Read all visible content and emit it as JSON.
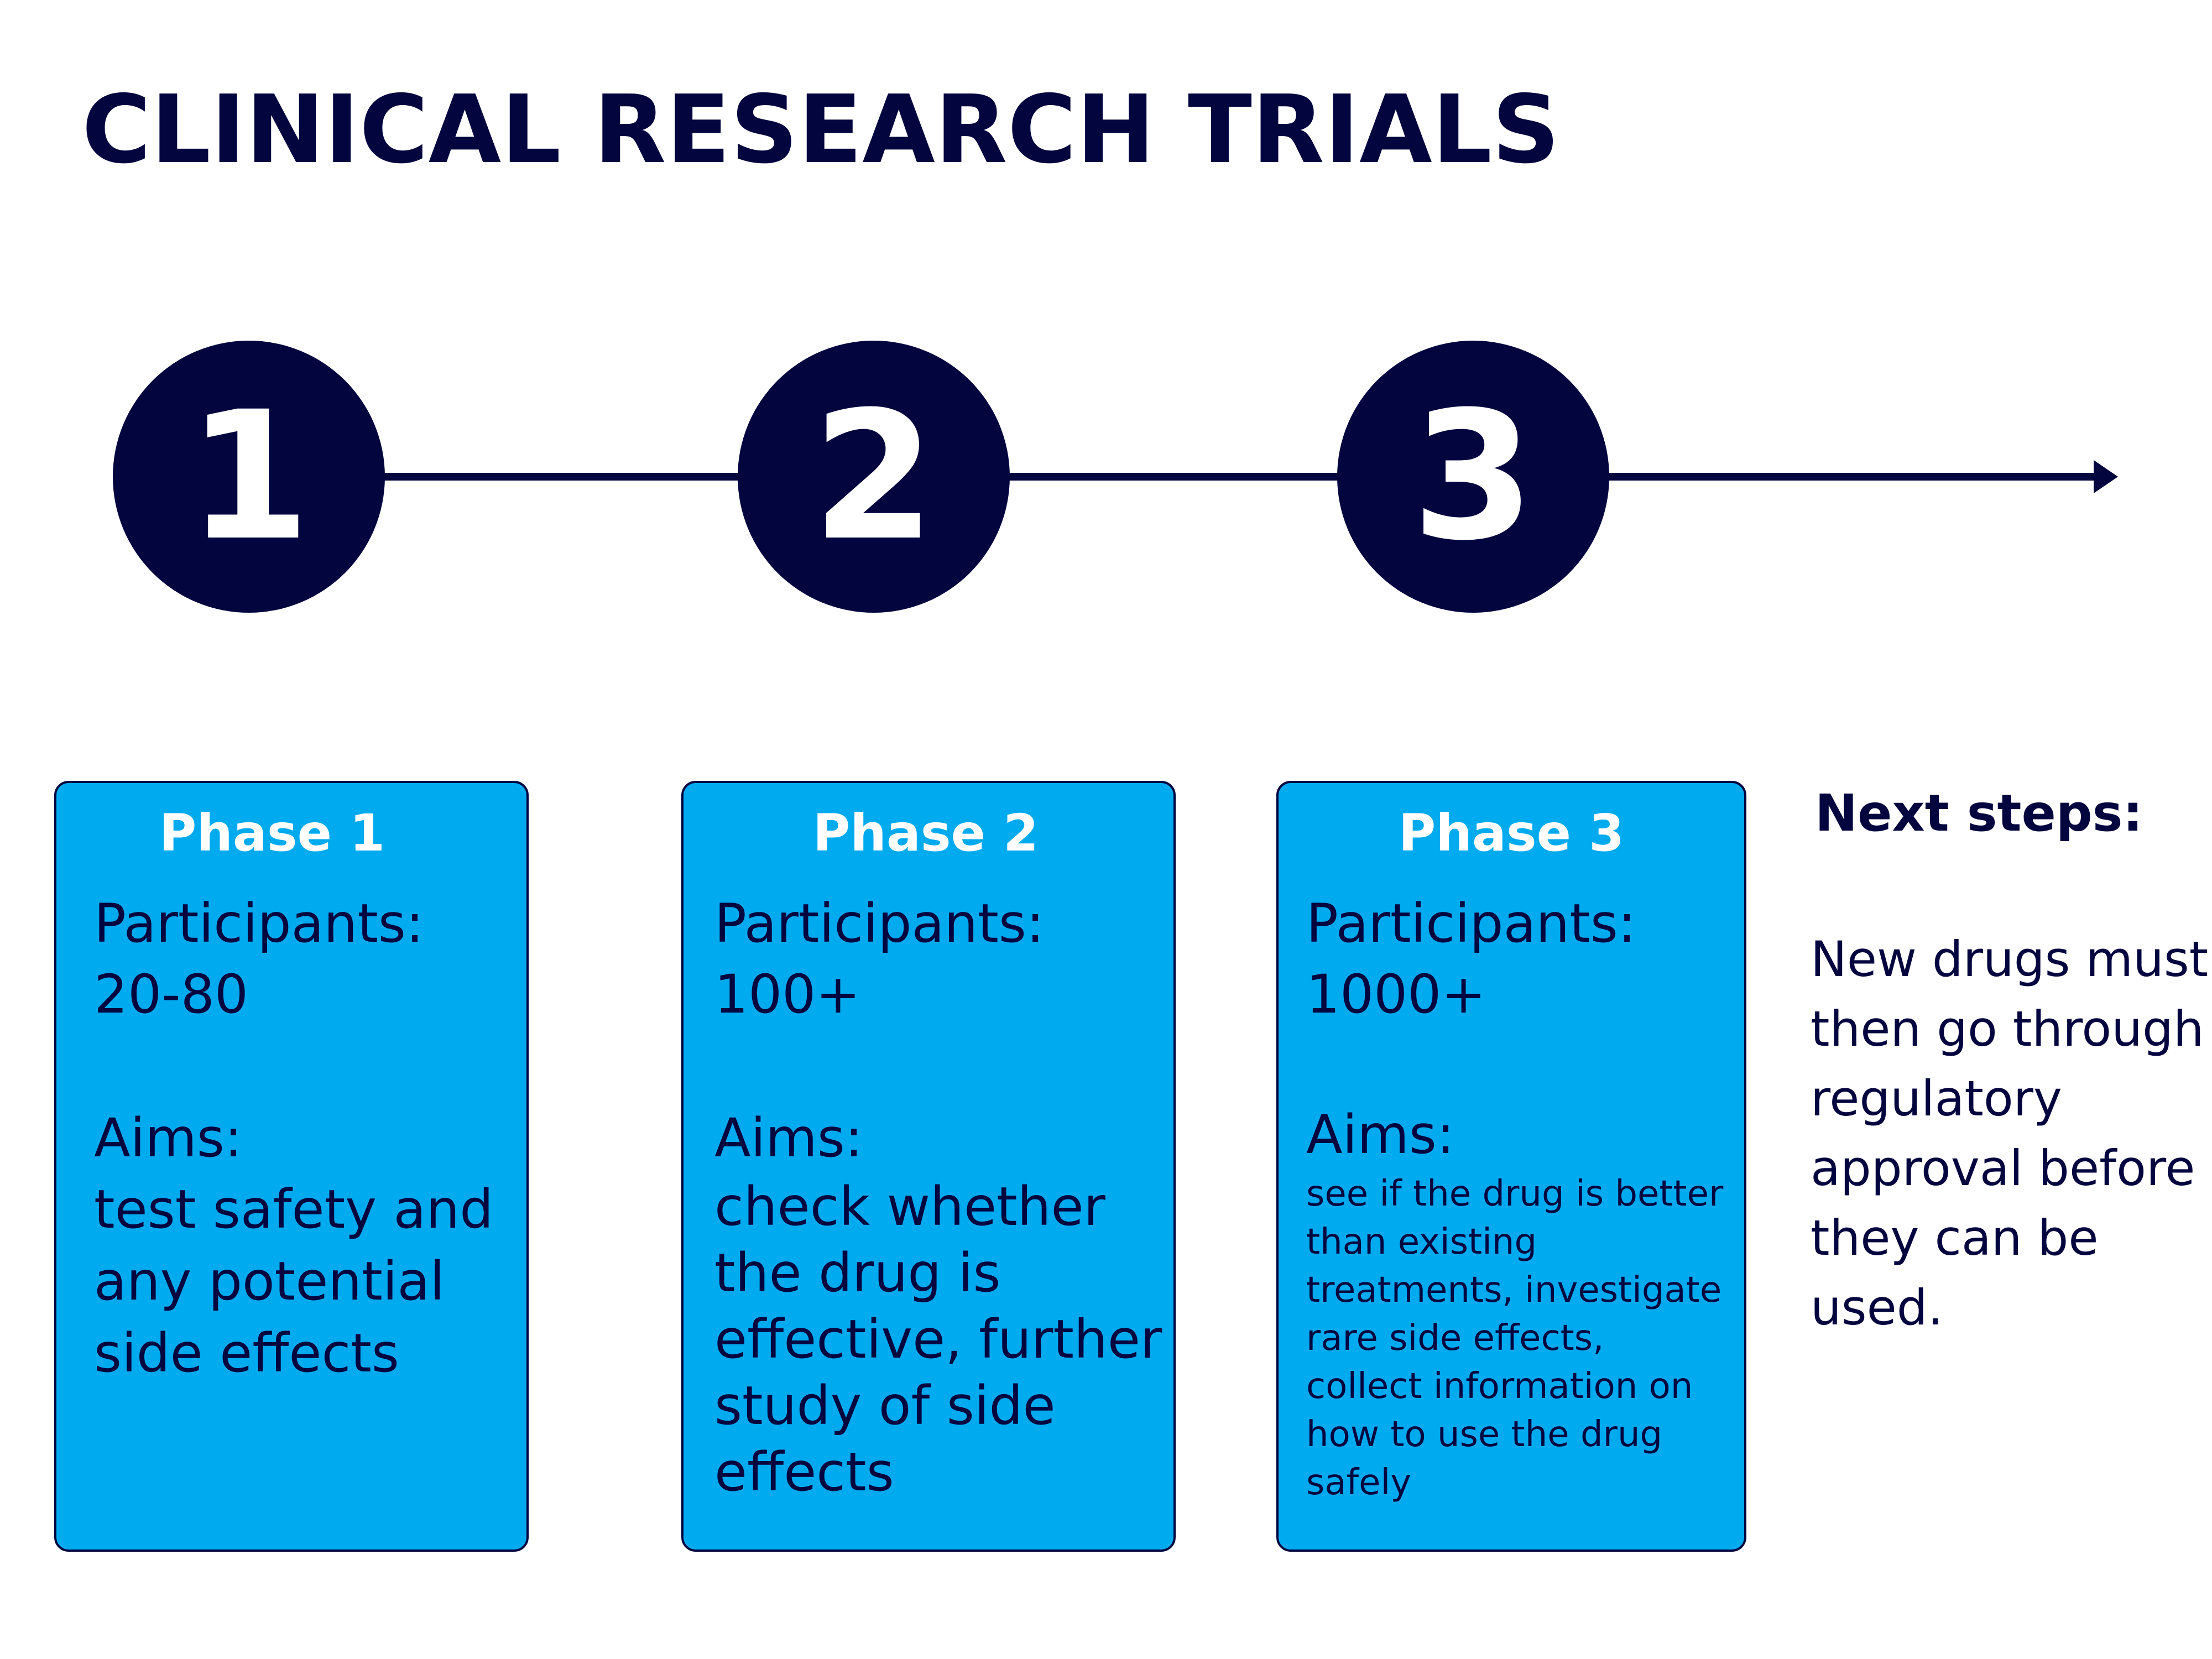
{
  "title": "CLINICAL RESEARCH TRIALS",
  "colors": {
    "navy": "#03053f",
    "card_blue": "#00aaef",
    "white": "#ffffff"
  },
  "steps": [
    {
      "number": "1"
    },
    {
      "number": "2"
    },
    {
      "number": "3"
    }
  ],
  "phases": [
    {
      "title": "Phase 1",
      "participants_label": "Participants:",
      "participants_value": "20-80",
      "aims_label": "Aims:",
      "aims_lines": [
        "test safety and",
        "any potential",
        "side effects"
      ]
    },
    {
      "title": "Phase 2",
      "participants_label": "Participants:",
      "participants_value": "100+",
      "aims_label": "Aims:",
      "aims_lines": [
        "check whether",
        "the drug is",
        "effective, further",
        "study of side",
        "effects"
      ]
    },
    {
      "title": "Phase 3",
      "participants_label": "Participants:",
      "participants_value": "1000+",
      "aims_label": "Aims:",
      "aims_lines": [
        "see if the drug is better",
        "than existing",
        "treatments, investigate",
        "rare side effects,",
        "collect information on",
        "how to use the drug",
        "safely"
      ]
    }
  ],
  "next_steps": {
    "title": "Next steps:",
    "lines": [
      "New drugs must",
      "then go through",
      "regulatory",
      "approval before",
      "they can be",
      "used."
    ]
  }
}
